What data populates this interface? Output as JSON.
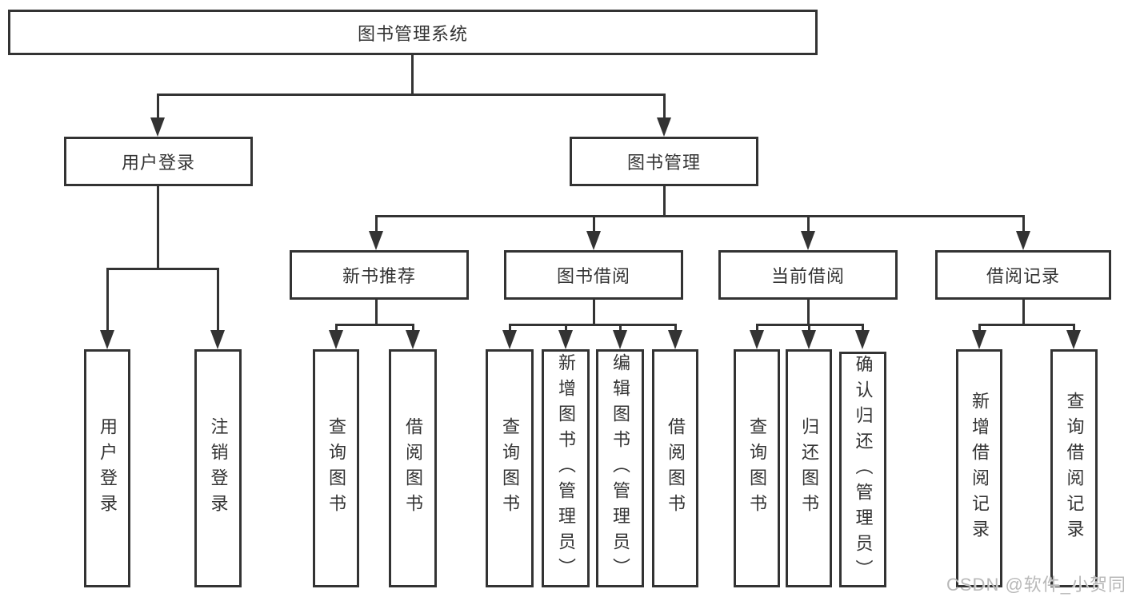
{
  "theme": {
    "line": "#333333",
    "text": "#333333",
    "bg": "#ffffff",
    "watermark": "#b8b8b8"
  },
  "watermark": {
    "text": "CSDN @软件_小贺同学"
  },
  "tree": {
    "root": {
      "label": "图书管理系统",
      "children": [
        {
          "label": "用户登录",
          "children": [
            {
              "label": "用户登录"
            },
            {
              "label": "注销登录"
            }
          ]
        },
        {
          "label": "图书管理",
          "children": [
            {
              "label": "新书推荐",
              "children": [
                {
                  "label": "查询图书"
                },
                {
                  "label": "借阅图书"
                }
              ]
            },
            {
              "label": "图书借阅",
              "children": [
                {
                  "label": "查询图书"
                },
                {
                  "label": "新增图书（管理员）"
                },
                {
                  "label": "编辑图书（管理员）"
                },
                {
                  "label": "借阅图书"
                }
              ]
            },
            {
              "label": "当前借阅",
              "children": [
                {
                  "label": "查询图书"
                },
                {
                  "label": "归还图书"
                },
                {
                  "label": "确认归还（管理员）"
                }
              ]
            },
            {
              "label": "借阅记录",
              "children": [
                {
                  "label": "新增借阅记录"
                },
                {
                  "label": "查询借阅记录"
                }
              ]
            }
          ]
        }
      ]
    }
  }
}
